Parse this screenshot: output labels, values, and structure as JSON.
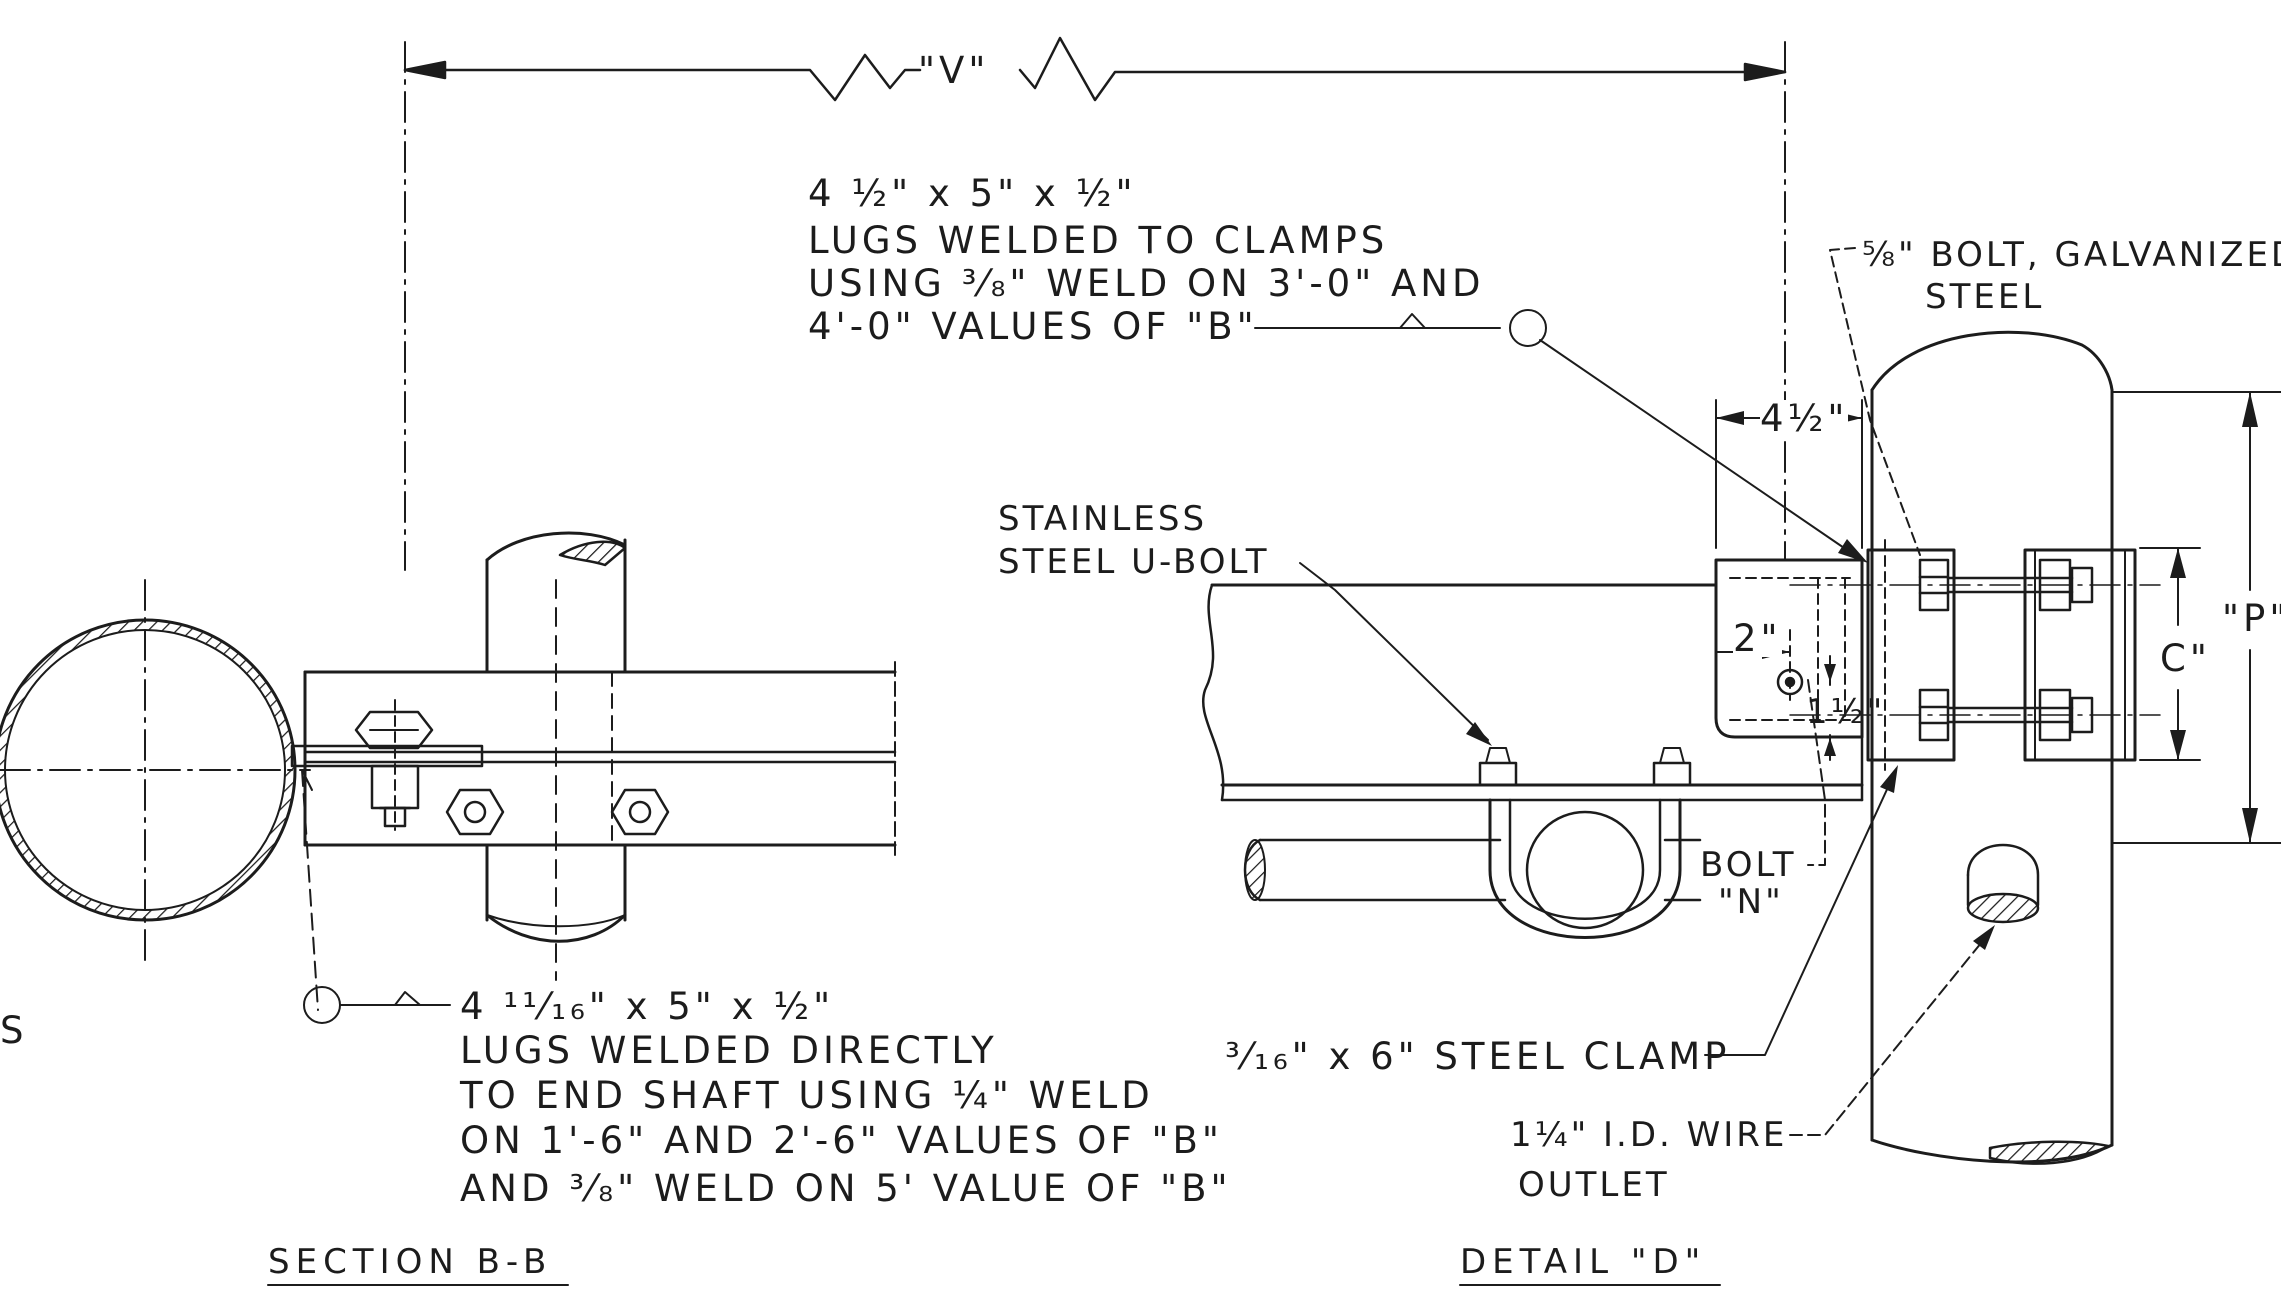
{
  "colors": {
    "ink": "#1c1c1c",
    "paper": "#ffffff"
  },
  "top_dimension": {
    "label": "\"V\""
  },
  "section_bb": {
    "title": "SECTION  B-B",
    "note_lines": [
      "4 ¹¹⁄₁₆\" x 5\" x ½\"",
      "LUGS  WELDED  DIRECTLY",
      "TO END  SHAFT USING  ¼\" WELD",
      "ON 1'-6\" AND 2'-6\" VALUES OF \"B\"",
      "AND ³⁄₈\"  WELD  ON  5'  VALUE OF \"B\""
    ],
    "edge_letter": "S"
  },
  "detail_d": {
    "title": "DETAIL  \"D\"",
    "lug_note_lines": [
      "4 ½\" x 5\" x ½\"",
      "LUGS  WELDED  TO  CLAMPS",
      "USING  ³⁄₈\" WELD  ON  3'-0\" AND",
      "4'-0\"  VALUES  OF  \"B\""
    ],
    "bolt_note_lines": [
      "⅝\" BOLT, GALVANIZED",
      "STEEL"
    ],
    "ubolt_lines": [
      "STAINLESS",
      "STEEL  U-BOLT"
    ],
    "dim_lug_width": "4½\"",
    "dim_hole_offset": "2\"",
    "dim_hole_height": "1½\"",
    "dim_c": "C\"",
    "dim_p": "\"P\"",
    "bolt_n_lines": [
      "BOLT",
      "\"N\""
    ],
    "clamp_note": "³⁄₁₆\" x 6\"  STEEL  CLAMP",
    "wire_outlet_lines": [
      "1¼\" I.D. WIRE",
      "OUTLET"
    ]
  }
}
